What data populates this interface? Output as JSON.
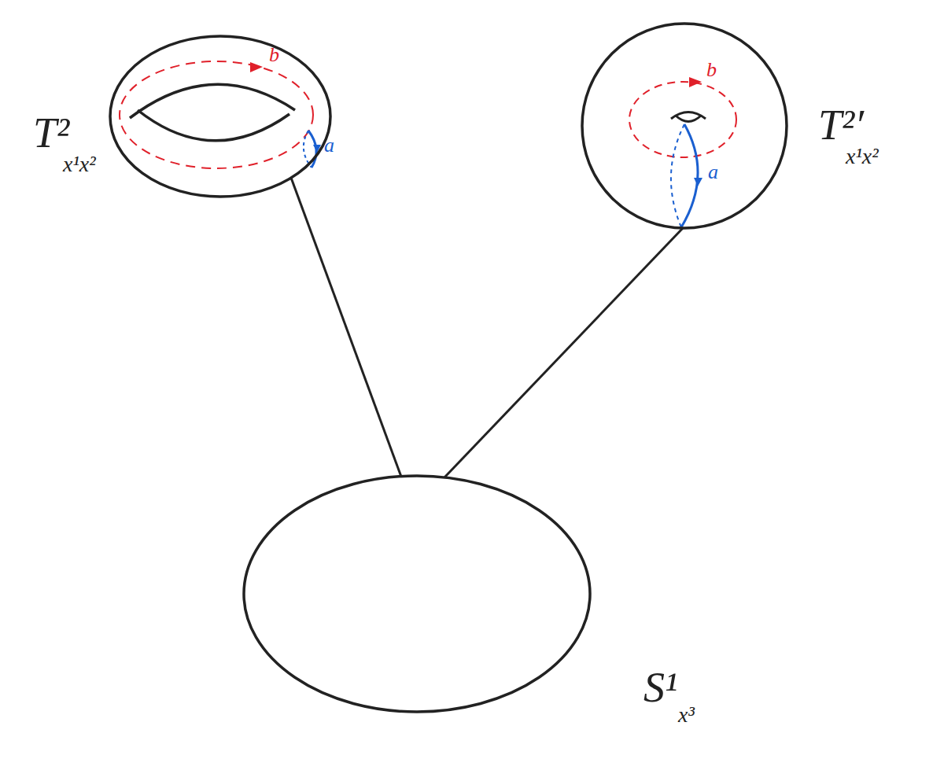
{
  "diagram": {
    "nodes": [
      {
        "text": [
          "T²",
          "x¹x²",
          "b",
          "a"
        ]
      },
      {
        "text": [
          "T²′",
          "x¹x²",
          "b",
          "a"
        ]
      },
      {
        "text": [
          "S¹",
          "x³"
        ]
      }
    ],
    "edges": [
      {
        "from": 0,
        "to": 2,
        "arrow": "none"
      },
      {
        "from": 1,
        "to": 2,
        "arrow": "none"
      }
    ]
  }
}
